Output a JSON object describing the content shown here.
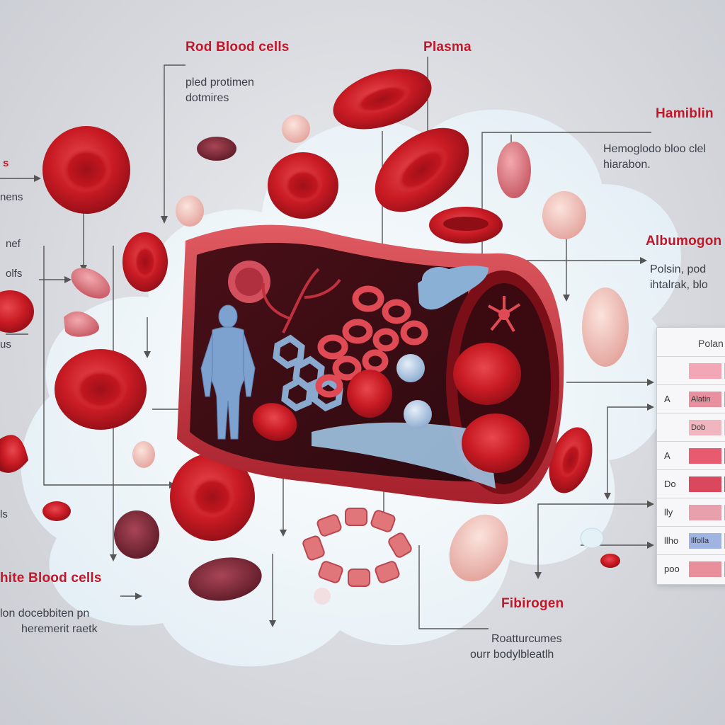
{
  "labels": {
    "red_blood_cells": {
      "title": "Rod Blood cells",
      "desc_lines": [
        "pled protimen",
        "dotmires"
      ]
    },
    "plasma": {
      "title": "Plasma"
    },
    "hemoglobin": {
      "title": "Hamiblin",
      "desc_lines": [
        "Hemoglodo bloo clel",
        "hiarabon."
      ]
    },
    "albumogon": {
      "title": "Albumogon",
      "desc_lines": [
        "Polsin, pod",
        "ihtalrak, blo"
      ]
    },
    "white_blood_cells": {
      "title": "hite Blood cells",
      "desc_lines": [
        "lon docebbiten pn",
        "heremerit raetk"
      ]
    },
    "fibrogen": {
      "title": "Fibirogen",
      "desc_lines": [
        "Roatturcumes",
        "ourr bodylbleatlh"
      ]
    }
  },
  "left_edge_labels": [
    "s",
    "nens",
    "nef",
    "olfs",
    "us",
    "ls"
  ],
  "legend_table": {
    "header": "Polan",
    "rows": [
      {
        "label": "",
        "cell": "",
        "color": "#f3a7b6"
      },
      {
        "label": "A",
        "cell": "Alatin",
        "color": "#e88fa0"
      },
      {
        "label": "",
        "cell": "Dob",
        "color": "#f0b6c0"
      },
      {
        "label": "A",
        "cell": "",
        "color": "#e75a70"
      },
      {
        "label": "Do",
        "cell": "",
        "color": "#d9485c"
      },
      {
        "label": "lly",
        "cell": "",
        "color": "#e8a1ac"
      },
      {
        "label": "llho",
        "cell": "llfolla",
        "color": "#9fb4e0"
      },
      {
        "label": "poo",
        "cell": "",
        "color": "#e98f9c"
      }
    ]
  },
  "colors": {
    "title_red": "#c0182a",
    "cell_red": "#d81f26",
    "vessel_wall": "#c7343f",
    "plasma_blue": "#9fc3e2"
  }
}
